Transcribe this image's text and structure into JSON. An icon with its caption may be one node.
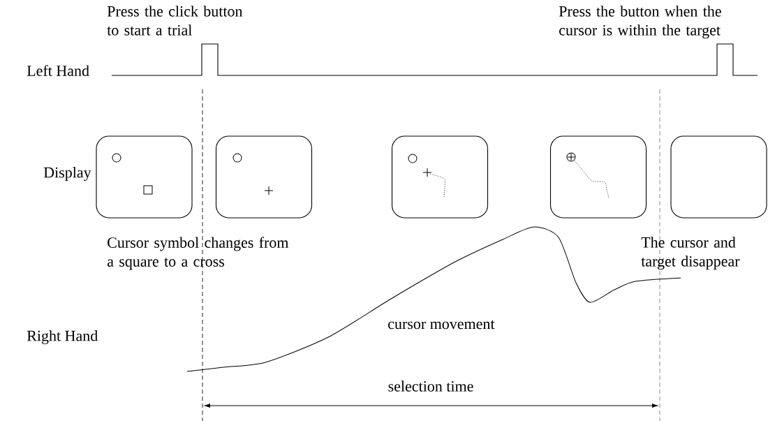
{
  "diagram": {
    "nodes": [
      {
        "text": [],
        "shape": "box"
      },
      {
        "text": [],
        "shape": "box"
      },
      {
        "text": [],
        "shape": "box"
      },
      {
        "text": [],
        "shape": "box"
      },
      {
        "text": [],
        "shape": "box"
      }
    ],
    "edges": [],
    "labels": [
      "Press the click button to start a trial",
      "Press the button when the cursor is within the target",
      "Left Hand",
      "Display",
      "Cursor symbol changes from a square to a cross",
      "The cursor and target disappear",
      "Right Hand",
      "cursor movement",
      "selection time"
    ]
  }
}
